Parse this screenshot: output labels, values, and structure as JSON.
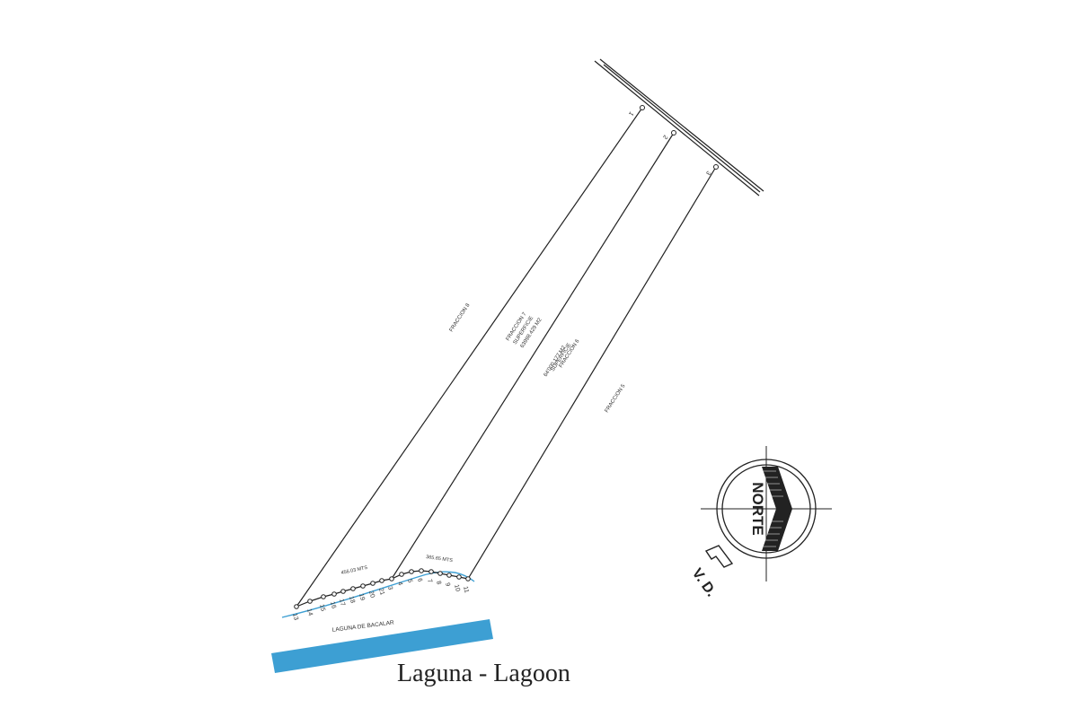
{
  "plan": {
    "fractions": [
      "FRACCION 8",
      "FRACCION 7",
      "FRACCION 6",
      "FRACCION 5"
    ],
    "superficie_7": [
      "SUPERFICIE",
      "63998.429 M2"
    ],
    "superficie_6": [
      "SUPERFICIE",
      "64'000.177 M2"
    ],
    "frontage_left": "456.03 MTS",
    "frontage_right": "365.65 MTS",
    "lake_label": "LAGUNA   DE   BACALAR",
    "shore_points": [
      "13",
      "14",
      "15",
      "16",
      "17",
      "18",
      "19",
      "20",
      "21",
      "3",
      "4",
      "5",
      "6",
      "7",
      "8",
      "9",
      "10",
      "11"
    ],
    "road_points": [
      "1",
      "2",
      "3"
    ],
    "compass_label": "NORTE",
    "road_label": "V. D.",
    "colors": {
      "lagoon": "#3d9fd3",
      "lines": "#222222"
    }
  },
  "caption": "Laguna - Lagoon"
}
